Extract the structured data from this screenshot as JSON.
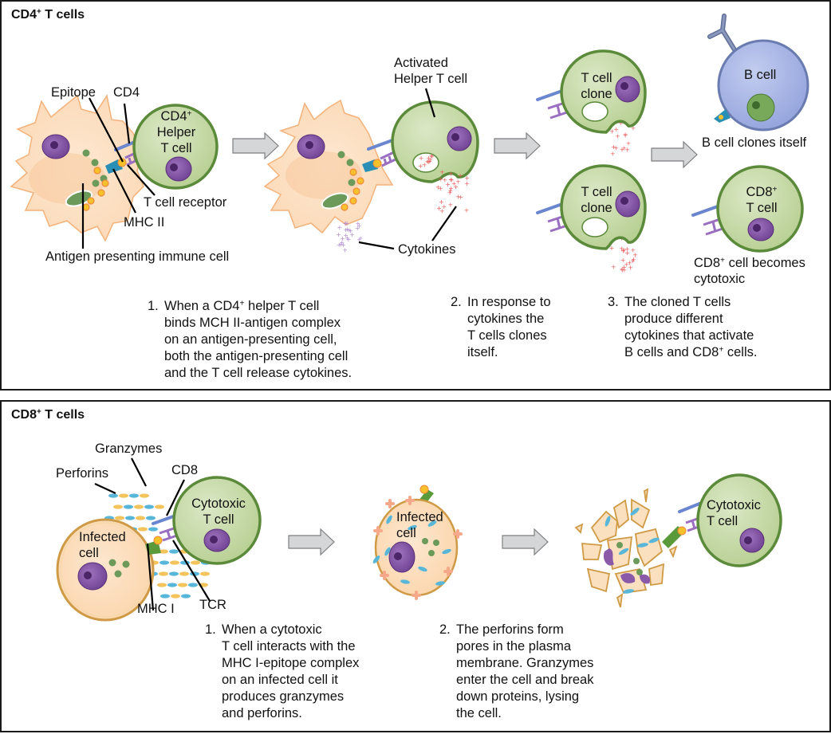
{
  "panels": {
    "cd4": {
      "title": "CD4",
      "title_sup": "+",
      "title_rest": " T cells",
      "labels": {
        "epitope": "Epitope",
        "cd4": "CD4",
        "helper_cell_1": "CD4",
        "helper_cell_1_sup": "+",
        "helper_cell_2": "Helper",
        "helper_cell_3": "T cell",
        "t_cell_receptor": "T cell receptor",
        "mhc_ii": "MHC II",
        "apc": "Antigen presenting immune cell",
        "activated_1": "Activated",
        "activated_2": "Helper T cell",
        "cytokines": "Cytokines",
        "clone_top_1": "T cell",
        "clone_top_2": "clone",
        "clone_bottom_1": "T cell",
        "clone_bottom_2": "clone",
        "b_cell": "B cell",
        "b_cell_caption": "B cell clones itself",
        "cd8_cell_1": "CD8",
        "cd8_cell_1_sup": "+",
        "cd8_cell_2": "T cell",
        "cd8_caption_1": "CD8",
        "cd8_caption_1_sup": "+",
        "cd8_caption_1_rest": " cell becomes",
        "cd8_caption_2": "cytotoxic"
      },
      "steps": [
        {
          "number": "1.",
          "pre": "When a CD4",
          "sup": "+",
          "text": " helper T cell\nbinds MCH II-antigen complex\non an antigen-presenting cell,\nboth the antigen-presenting cell\nand the T cell release cytokines."
        },
        {
          "number": "2.",
          "pre": "In response to\ncytokines the\nT cells clones\nitself.",
          "sup": "",
          "text": ""
        },
        {
          "number": "3.",
          "pre": "The cloned T cells\nproduce different\ncytokines that activate\nB cells and CD8",
          "sup": "+",
          "text": " cells."
        }
      ]
    },
    "cd8": {
      "title": "CD8",
      "title_sup": "+",
      "title_rest": " T cells",
      "labels": {
        "granzymes": "Granzymes",
        "perforins": "Perforins",
        "cd8": "CD8",
        "cytotoxic_1": "Cytotoxic",
        "cytotoxic_2": "T cell",
        "infected_1": "Infected",
        "infected_2": "cell",
        "mhc_i": "MHC I",
        "tcr": "TCR",
        "infected_mid_1": "Infected",
        "infected_mid_2": "cell",
        "cytotoxic_right_1": "Cytotoxic",
        "cytotoxic_right_2": "T cell"
      },
      "steps": [
        {
          "number": "1.",
          "pre": "When a cytotoxic\nT cell interacts with the\nMHC I-epitope complex\non an infected cell it\nproduces granzymes\nand perforins.",
          "sup": "",
          "text": ""
        },
        {
          "number": "2.",
          "pre": "The perforins form\npores in the plasma\nmembrane. Granzymes\nenter the cell and break\ndown proteins, lysing\nthe cell.",
          "sup": "",
          "text": ""
        }
      ]
    }
  },
  "colors": {
    "t_cell_fill": "#c9dcaa",
    "t_cell_stroke": "#5b8a3a",
    "apc_fill": "#fde3c8",
    "apc_stroke": "#f4b27a",
    "nucleus_fill": "#8a5aa8",
    "nucleus_dark": "#5a2f78",
    "b_cell_fill": "#a9b6e6",
    "b_cell_stroke": "#6a7bb0",
    "cd4_bar": "#6a86cf",
    "tcr": "#9a6ec0",
    "mhc": "#2a8fb5",
    "epitope": "#f6c12b",
    "granule_green": "#6b9a5a",
    "granule_orange": "#f0a53c",
    "cytokine_red": "#e85b5b",
    "cytokine_purple": "#b08ad0",
    "granzyme": "#58b6d8",
    "perforin": "#f3c35c",
    "infected_fill": "#fbe0bf",
    "infected_stroke": "#cf9a45",
    "arrow_fill": "#d5d6d8",
    "arrow_stroke": "#7d7e80"
  }
}
